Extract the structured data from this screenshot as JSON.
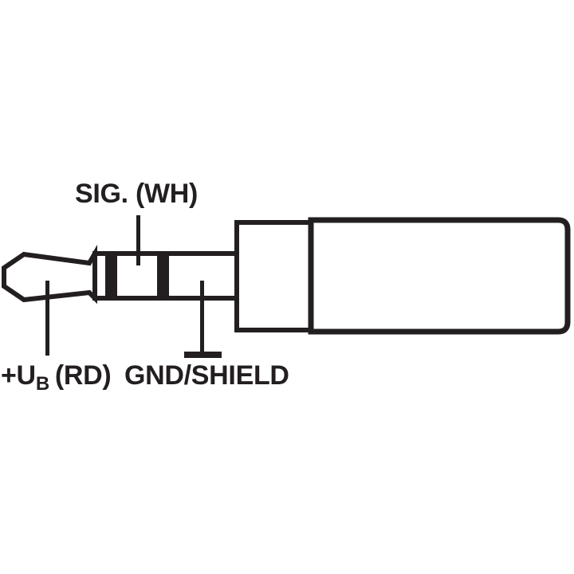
{
  "colors": {
    "ink": "#231f20",
    "background": "#ffffff"
  },
  "diagram": {
    "labels": {
      "signal": "SIG. (WH)",
      "supply_prefix": "+U",
      "supply_sub": "B",
      "supply_suffix": "(RD)",
      "ground": "GND/SHIELD"
    }
  }
}
